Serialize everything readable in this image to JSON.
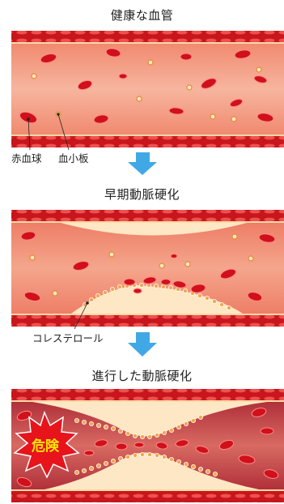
{
  "stages": [
    {
      "title": "健康な血管"
    },
    {
      "title": "早期動脈硬化"
    },
    {
      "title": "進行した動脈硬化"
    }
  ],
  "labels": {
    "red_blood_cell": "赤血球",
    "platelet": "血小板",
    "cholesterol": "コレステロール",
    "danger": "危険"
  },
  "colors": {
    "vessel_wall": "#c8161d",
    "wall_stripe": "#e84a4a",
    "lumen_light": "#fde0d4",
    "lumen_mid": "#f4a68c",
    "lumen_dark": "#ee7e67",
    "cell": "#d0101a",
    "plaque": "#fde7c4",
    "plaque_dots": "#f5a64b",
    "arrow": "#41a8e6",
    "danger_burst": "#e8141c",
    "danger_text": "#ffe600"
  }
}
